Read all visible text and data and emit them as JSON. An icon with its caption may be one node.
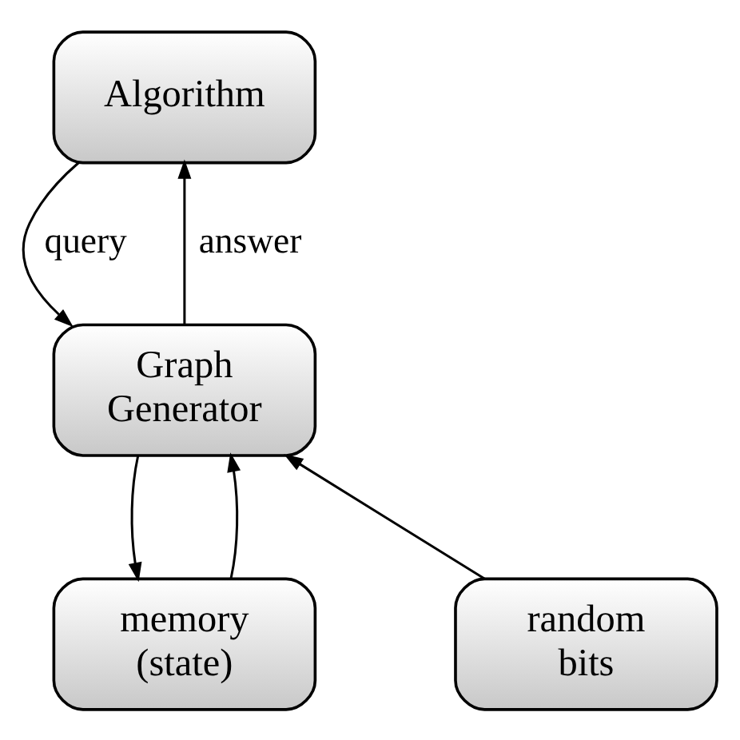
{
  "diagram": {
    "nodes": [
      {
        "text": [
          "Algorithm"
        ]
      },
      {
        "text": [
          "Graph Generator"
        ]
      },
      {
        "text": [
          "random bits"
        ]
      },
      {
        "text": [
          "memory (state)"
        ]
      }
    ],
    "edges": [
      {
        "from": 1,
        "to": 0,
        "arrow": "to",
        "label": "answer"
      },
      {
        "from": 0,
        "to": 1,
        "arrow": "to",
        "label": "query"
      },
      {
        "from": 2,
        "to": 1,
        "arrow": "to"
      },
      {
        "from": 1,
        "to": 3,
        "arrow": "to"
      },
      {
        "from": 3,
        "to": 1,
        "arrow": "to"
      }
    ]
  }
}
